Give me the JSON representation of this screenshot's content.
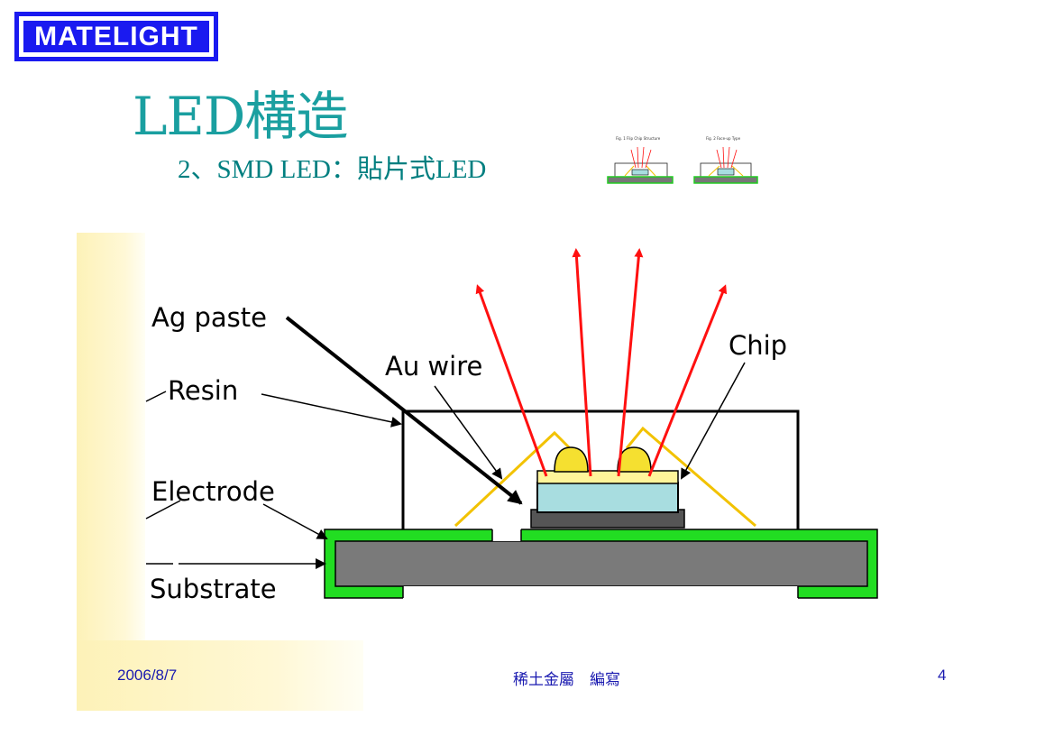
{
  "logo": {
    "text": "MATELIGHT"
  },
  "slide": {
    "title": "LED構造",
    "subtitle": "2、SMD LED：貼片式LED"
  },
  "thumbnail": {
    "fig1_caption": "Fig. 1   Flip Chip Structure",
    "fig2_caption": "Fig. 2   Face-up Type"
  },
  "diagram": {
    "labels": {
      "ag_paste": "Ag paste",
      "au_wire": "Au wire",
      "chip": "Chip",
      "resin": "Resin",
      "electrode": "Electrode",
      "substrate": "Substrate"
    },
    "colors": {
      "light_ray": "#ff1010",
      "electrode": "#22dd22",
      "substrate": "#7a7a7a",
      "chip": "#a8dde0",
      "wire": "#f2c200",
      "bump": "#f5e030"
    }
  },
  "footer": {
    "date": "2006/8/7",
    "center": "稀土金屬　編寫",
    "page": "4"
  }
}
